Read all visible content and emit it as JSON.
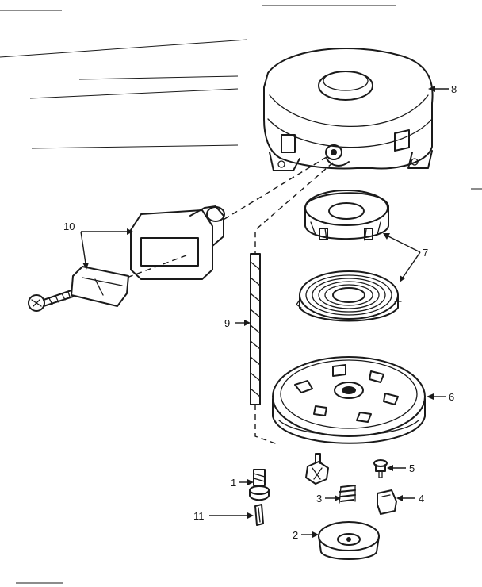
{
  "callouts": {
    "c1": "1",
    "c2": "2",
    "c3": "3",
    "c4": "4",
    "c5": "5",
    "c6": "6",
    "c7": "7",
    "c8": "8",
    "c9": "9",
    "c10": "10",
    "c11": "11"
  },
  "colors": {
    "ink": "#1a1a1a",
    "paper": "#ffffff"
  }
}
